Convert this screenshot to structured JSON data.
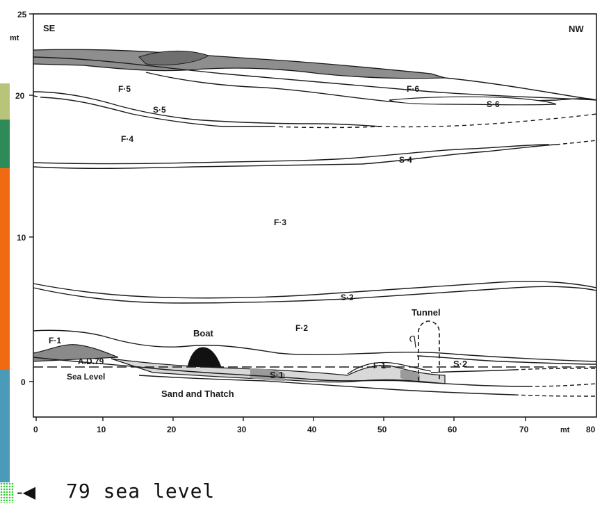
{
  "diagram": {
    "corner_left": "SE",
    "corner_right": "NW",
    "y_unit": "mt",
    "x_unit": "mt",
    "y_ticks": [
      "25",
      "20",
      "10",
      "0"
    ],
    "x_ticks": [
      "0",
      "10",
      "20",
      "30",
      "40",
      "50",
      "60",
      "70",
      "80"
    ],
    "labels": {
      "f5": "F·5",
      "f6": "F·6",
      "s5": "S·5",
      "s6": "S·6",
      "f4": "F·4",
      "s4": "S·4",
      "f3": "F·3",
      "s3": "S·3",
      "tunnel": "Tunnel",
      "boat": "Boat",
      "f2": "F·2",
      "f1_left": "F·1",
      "ad79": "A.D.79",
      "sea_level": "Sea Level",
      "s1": "S·1",
      "f1_right": "F·1",
      "s2": "S·2",
      "sand": "Sand and Thatch"
    }
  },
  "caption": {
    "text": "79 sea level",
    "arrow_icon": "speaker-left-arrow"
  },
  "colors": {
    "ink": "#1a1a1a",
    "shade": "#8a8a8a",
    "strip_olive": "#b8c47a",
    "strip_green": "#2f8a5a",
    "strip_orange": "#f06a12",
    "strip_teal": "#4a9ab8"
  }
}
